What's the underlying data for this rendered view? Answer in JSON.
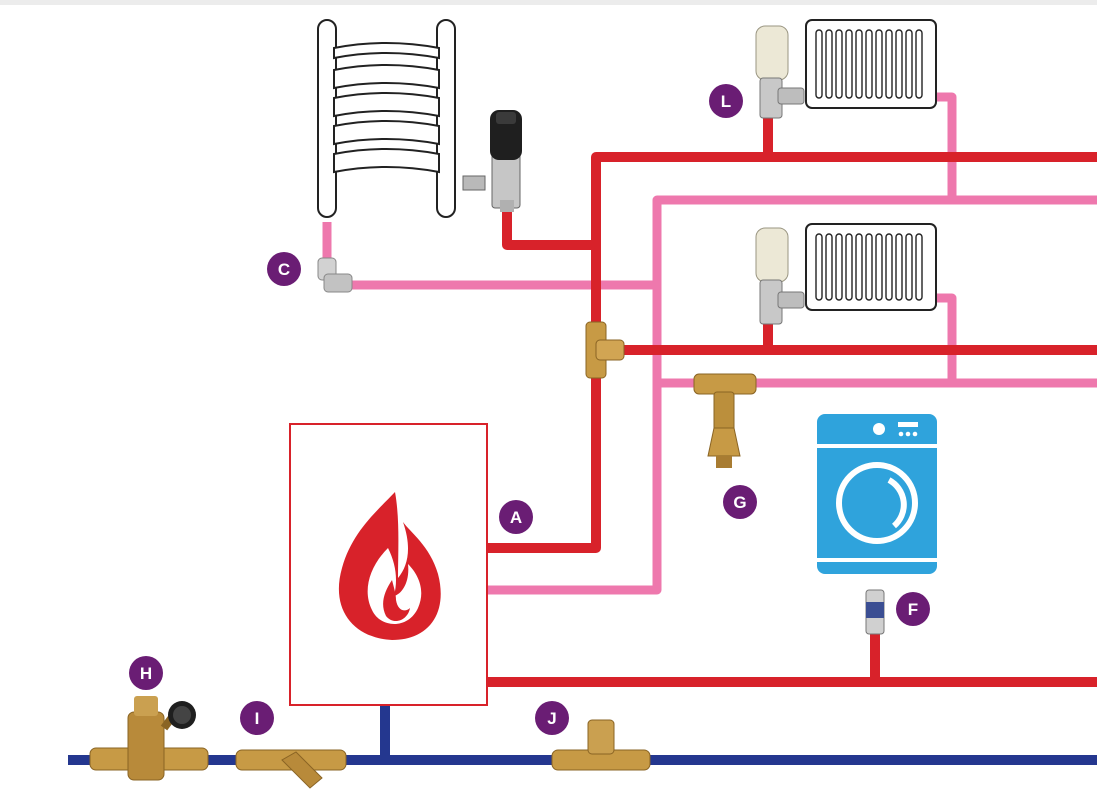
{
  "colors": {
    "hot": "#d8222a",
    "return": "#ee78ad",
    "cold": "#24378f",
    "badge": "#6a1d74",
    "boiler_outline": "#d8222a",
    "washer": "#2fa3dc",
    "brass": "#c79a45"
  },
  "labels": {
    "A": "A",
    "C": "C",
    "F": "F",
    "G": "G",
    "H": "H",
    "I": "I",
    "J": "J",
    "L": "L"
  },
  "icons": {
    "boiler": "flame-icon",
    "appliance": "washing-machine-icon",
    "towel_rail": "towel-rail-icon",
    "radiators": "radiator-icon"
  }
}
